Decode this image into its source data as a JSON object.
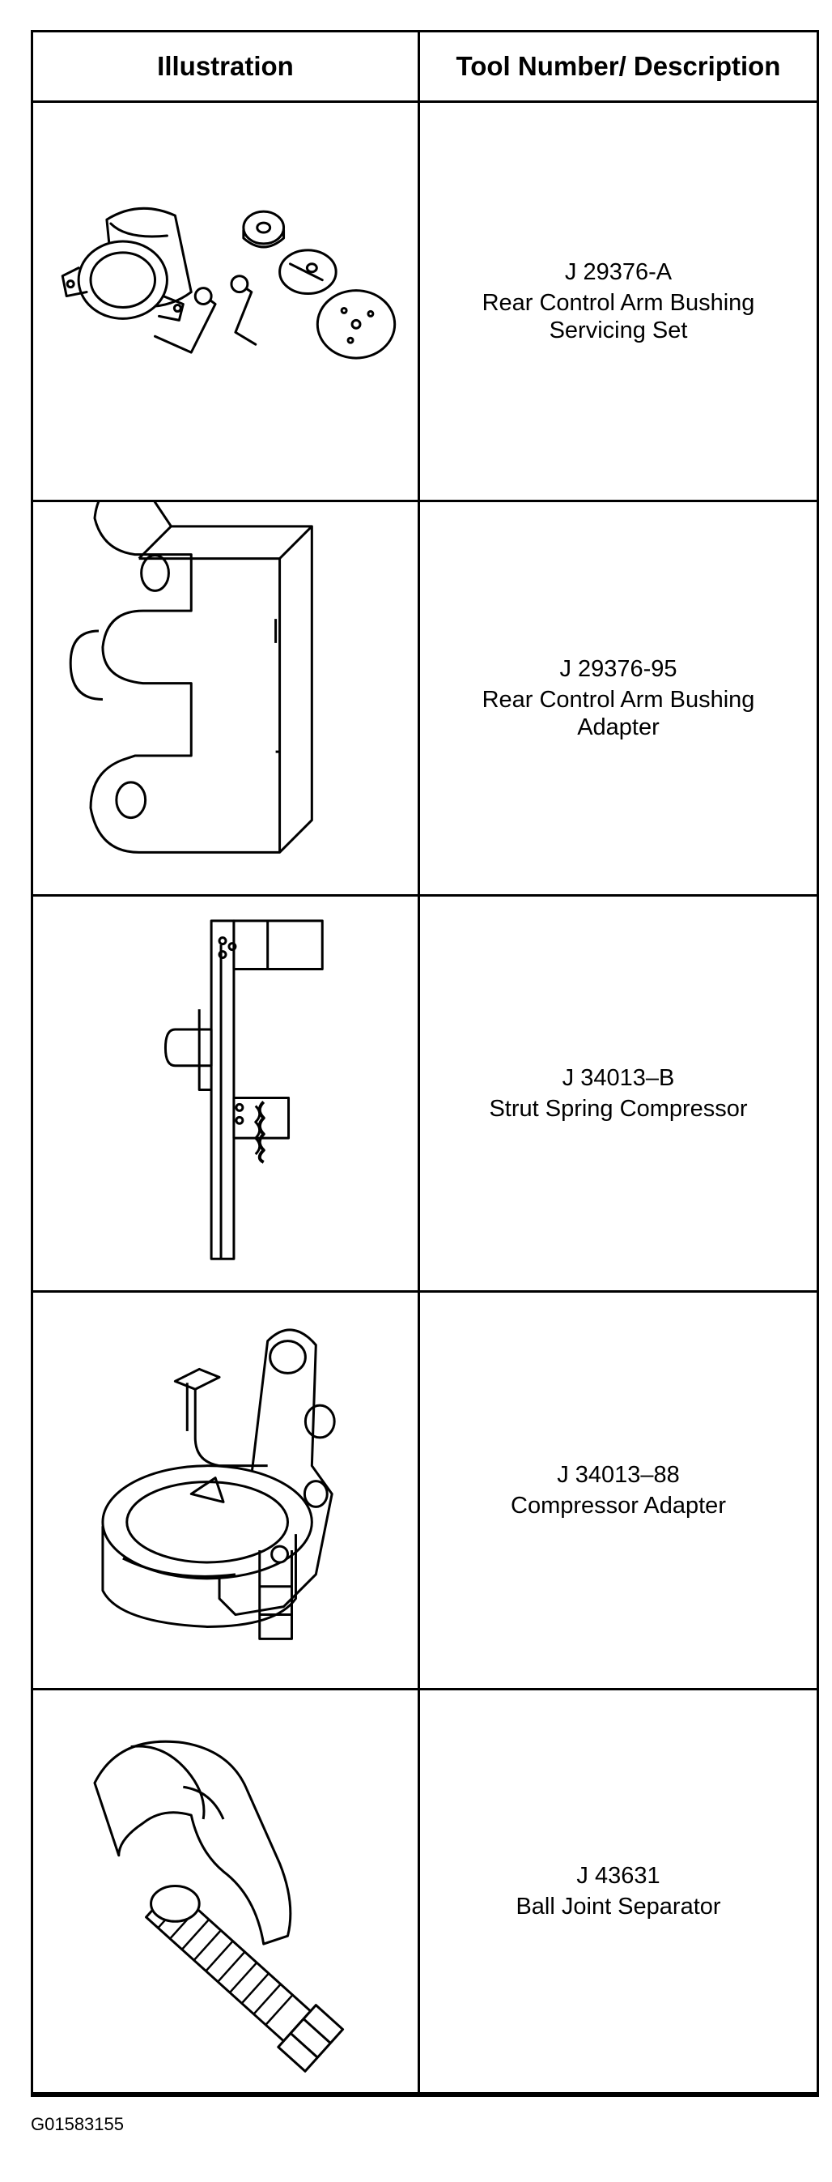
{
  "table": {
    "headers": {
      "illustration": "Illustration",
      "description": "Tool Number/ Description"
    },
    "rows": [
      {
        "tool_number": "J 29376-A",
        "desc_line1": "Rear Control Arm Bushing",
        "desc_line2": "Servicing Set",
        "icon": "bushing-servicing-set-illustration"
      },
      {
        "tool_number": "J 29376-95",
        "desc_line1": "Rear Control Arm Bushing",
        "desc_line2": "Adapter",
        "icon": "bushing-adapter-illustration"
      },
      {
        "tool_number": "J 34013–B",
        "desc_line1": "Strut Spring Compressor",
        "desc_line2": "",
        "icon": "spring-compressor-illustration"
      },
      {
        "tool_number": "J 34013–88",
        "desc_line1": "Compressor Adapter",
        "desc_line2": "",
        "icon": "compressor-adapter-illustration"
      },
      {
        "tool_number": "J 43631",
        "desc_line1": "Ball Joint Separator",
        "desc_line2": "",
        "icon": "ball-joint-separator-illustration"
      }
    ]
  },
  "caption": "G01583155"
}
